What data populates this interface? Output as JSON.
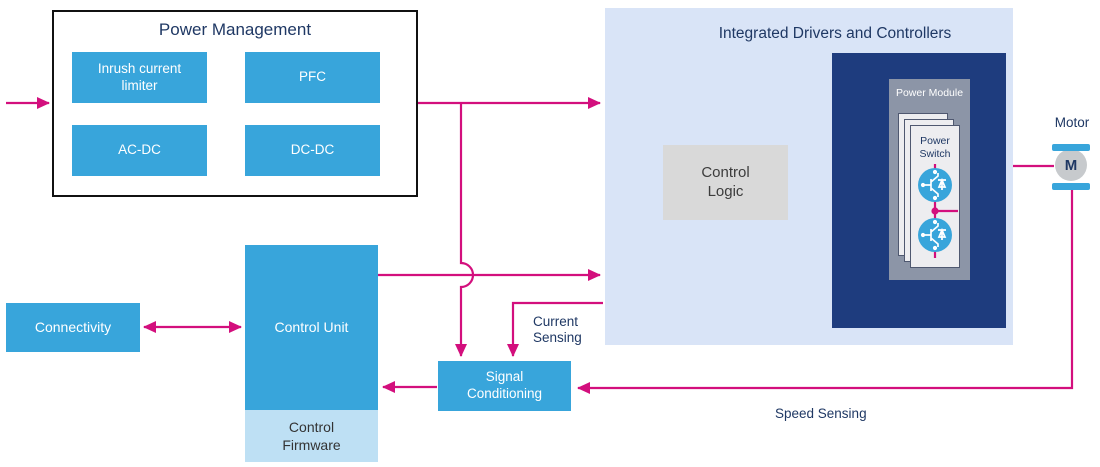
{
  "colors": {
    "arrow_magenta": "#D30F7D",
    "block_blue": "#38A5DB",
    "panel_light_blue": "#D9E4F7",
    "dark_navy_box": "#1E3C7E",
    "power_module_gray": "#8C95A7",
    "control_logic_gray": "#D9D9D9",
    "firmware_light_blue": "#BEE0F4",
    "navy_text": "#1F3864"
  },
  "power_management": {
    "title": "Power Management",
    "blocks": [
      {
        "label": "Inrush current limiter"
      },
      {
        "label": "PFC"
      },
      {
        "label": "AC-DC"
      },
      {
        "label": "DC-DC"
      }
    ]
  },
  "drivers_panel": {
    "title": "Integrated Drivers and Controllers",
    "control_logic_label": "Control Logic",
    "power_module_label": "Power Module",
    "power_switch_label": "Power Switch"
  },
  "motor": {
    "label": "Motor",
    "symbol": "M"
  },
  "connectivity_label": "Connectivity",
  "control_unit_label": "Control Unit",
  "control_firmware_label": "Control Firmware",
  "signal_conditioning_label": "Signal Conditioning",
  "annotations": {
    "current_sensing": "Current Sensing",
    "speed_sensing": "Speed Sensing"
  }
}
